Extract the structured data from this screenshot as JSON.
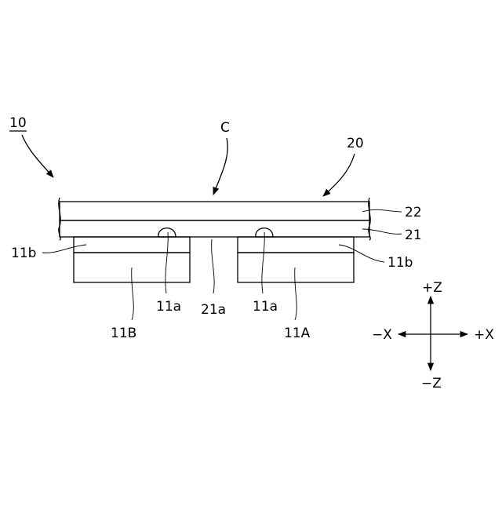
{
  "labels": {
    "assembly": "10",
    "section": "C",
    "member": "20",
    "top_layer": "22",
    "adhesive_layer": "21",
    "gap": "21a",
    "contact_left": "11a",
    "contact_right": "11a",
    "surface_left": "11b",
    "surface_right": "11b",
    "element_left": "11B",
    "element_right": "11A"
  },
  "axes": {
    "plus_z": "+Z",
    "minus_z": "−Z",
    "plus_x": "+X",
    "minus_x": "−X"
  }
}
